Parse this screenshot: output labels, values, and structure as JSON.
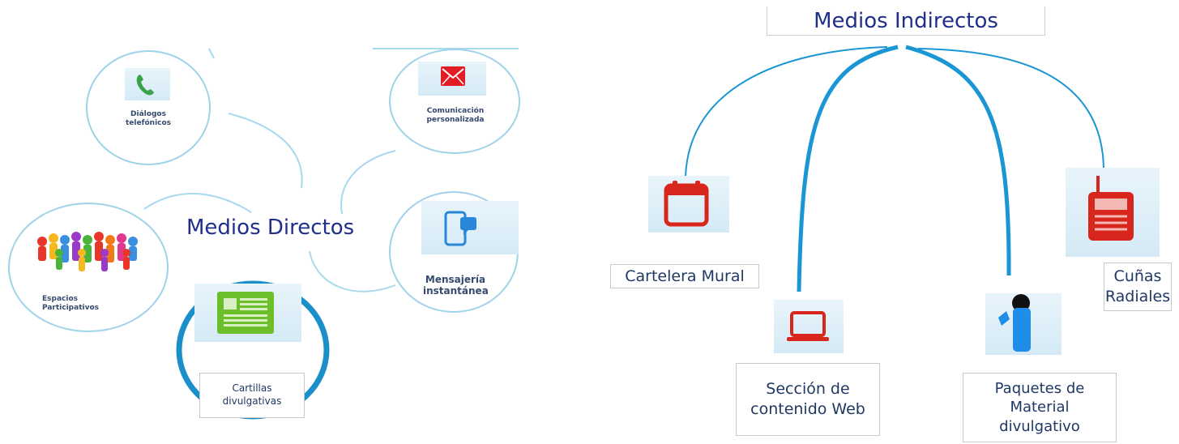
{
  "left": {
    "title": "Medios Directos",
    "nodes": {
      "dialogos": "Diálogos telefónicos",
      "comunicacion": "Comunicación personalizada",
      "espacios": "Espacios Participativos",
      "mensajeria": "Mensajería instantánea",
      "cartillas": "Cartillas divulgativas"
    }
  },
  "right": {
    "title": "Medios Indirectos",
    "nodes": {
      "cartelera": "Cartelera Mural",
      "seccion": "Sección de contenido Web",
      "paquetes": "Paquetes de Material divulgativo",
      "cunas": "Cuñas Radiales"
    }
  },
  "colors": {
    "connector": "#1a96d4",
    "circle_border": "#9fd3ea",
    "highlight_ring": "#1a8fc9",
    "icon_red": "#d8261c",
    "icon_green": "#6cbf2a",
    "icon_blue": "#1f8ee8"
  }
}
